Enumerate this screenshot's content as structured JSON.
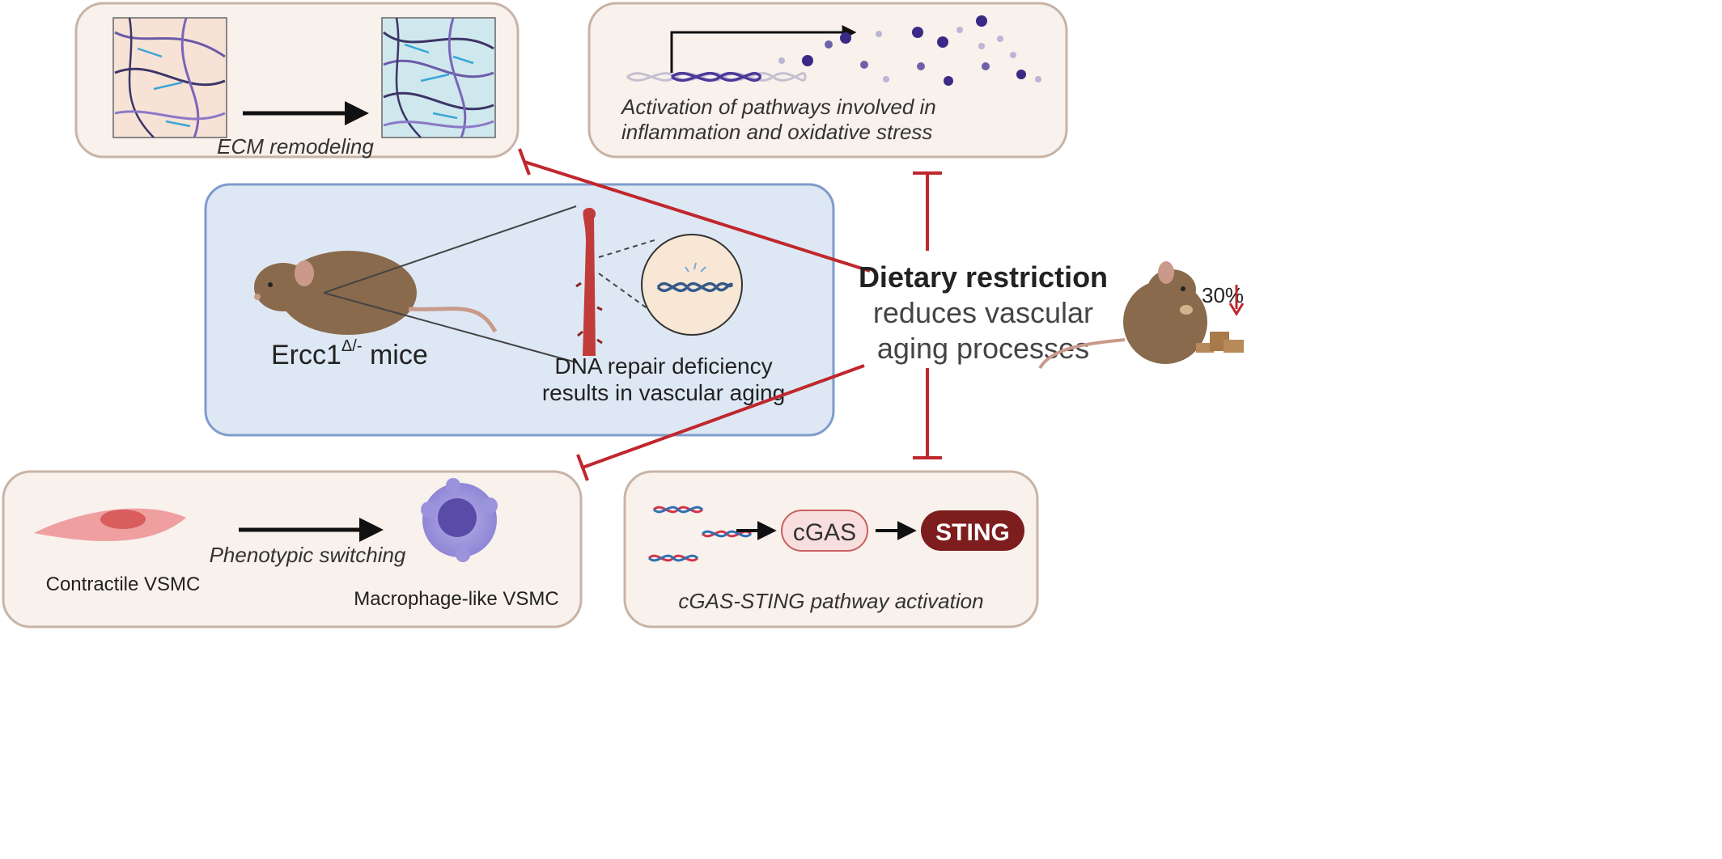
{
  "panels": {
    "ecm": {
      "label": "ECM remodeling"
    },
    "inflammation": {
      "line1": "Activation of pathways involved in",
      "line2": "inflammation and oxidative stress"
    },
    "vsmc": {
      "left_label": "Contractile VSMC",
      "arrow_label": "Phenotypic switching",
      "right_label": "Macrophage-like VSMC"
    },
    "cgas": {
      "node1": "cGAS",
      "node2": "STING",
      "caption": "cGAS-STING pathway activation"
    }
  },
  "center": {
    "mouse_label_base": "Ercc1",
    "mouse_label_sup": "Δ/-",
    "mouse_label_suffix": " mice",
    "dna_line1": "DNA repair deficiency",
    "dna_line2": "results in vascular aging"
  },
  "intervention": {
    "title": "Dietary restriction",
    "line2": "reduces vascular",
    "line3": "aging processes",
    "percent": "30%"
  },
  "colors": {
    "panel_fill": "#f8f1ec",
    "panel_border": "#c8b4a6",
    "center_fill": "#dde8f4",
    "center_border": "#7e9ccc",
    "inhibit_red": "#c0272d",
    "artery_red": "#c13b3b",
    "cgas_fill": "#f9dede",
    "sting_fill": "#7d1d1d",
    "mouse_brown": "#8a6a4c"
  }
}
